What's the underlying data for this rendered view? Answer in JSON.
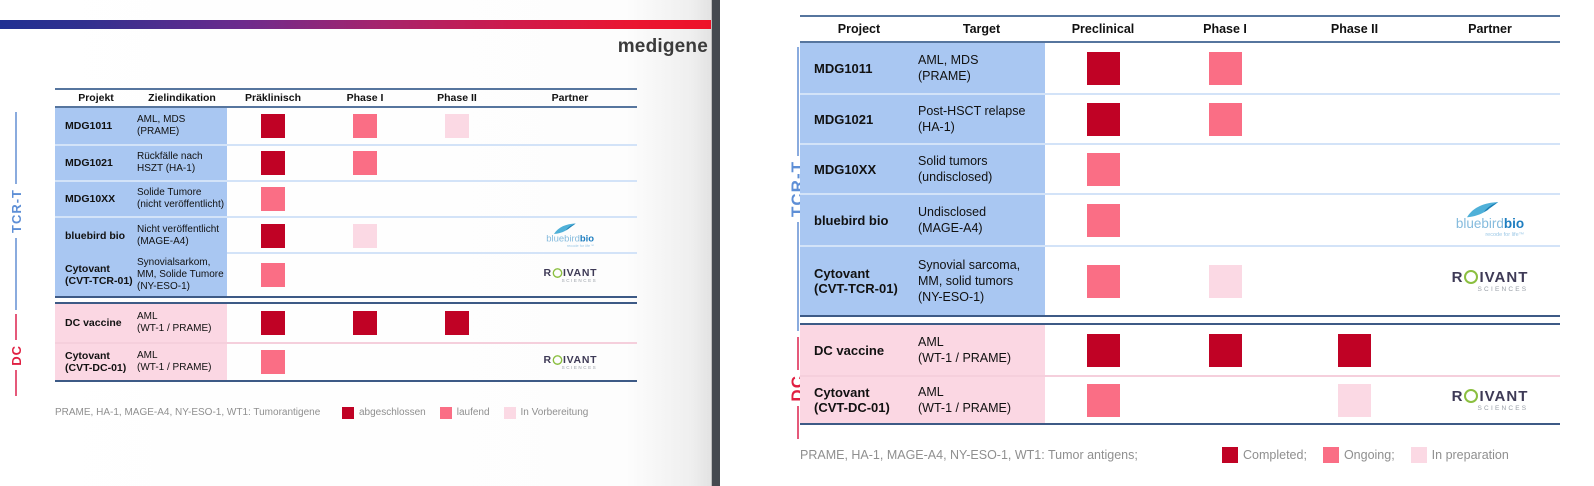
{
  "colors": {
    "completed": "#C00225",
    "ongoing": "#FA6E85",
    "preparation": "#FBD9E4",
    "blue_cell": "#A9C7F2",
    "pink_cell": "#FBD7E3",
    "tcrt_label": "#5E8FD6",
    "dc_label": "#E01F41"
  },
  "logos": {
    "bluebird_word1": "bluebird",
    "bluebird_word2": "bio",
    "bluebird_tagline": "recode for life™",
    "roivant_pre": "R",
    "roivant_rest": "IVANT",
    "roivant_sub": "SCIENCES"
  },
  "left": {
    "brand": "medigene",
    "sections": {
      "tcrt": "TCR-T",
      "dc": "DC"
    },
    "headers": {
      "project": "Projekt",
      "target": "Zielindikation",
      "preclinical": "Präklinisch",
      "phase1": "Phase I",
      "phase2": "Phase II",
      "partner": "Partner"
    },
    "rows": [
      {
        "project": "MDG1011",
        "target": "AML, MDS\n(PRAME)",
        "preclinical": "completed",
        "phase1": "ongoing",
        "phase2": "preparation",
        "partner": "none"
      },
      {
        "project": "MDG1021",
        "target": "Rückfälle nach\nHSZT (HA-1)",
        "preclinical": "completed",
        "phase1": "ongoing",
        "phase2": "none",
        "partner": "none"
      },
      {
        "project": "MDG10XX",
        "target": "Solide Tumore\n(nicht veröffentlicht)",
        "preclinical": "ongoing",
        "phase1": "none",
        "phase2": "none",
        "partner": "none"
      },
      {
        "project": "bluebird bio",
        "target": "Nicht veröffentlicht\n(MAGE-A4)",
        "preclinical": "completed",
        "phase1": "preparation",
        "phase2": "none",
        "partner": "bluebird"
      },
      {
        "project": "Cytovant\n(CVT-TCR-01)",
        "target": "Synovialsarkom,\nMM, Solide Tumore\n(NY-ESO-1)",
        "preclinical": "ongoing",
        "phase1": "none",
        "phase2": "none",
        "partner": "roivant"
      },
      {
        "project": "DC vaccine",
        "target": "AML\n(WT-1 / PRAME)",
        "preclinical": "completed",
        "phase1": "completed",
        "phase2": "completed",
        "partner": "none"
      },
      {
        "project": "Cytovant\n(CVT-DC-01)",
        "target": "AML\n(WT-1 / PRAME)",
        "preclinical": "ongoing",
        "phase1": "none",
        "phase2": "none",
        "partner": "roivant"
      }
    ],
    "footnote": "PRAME, HA-1, MAGE-A4, NY-ESO-1, WT1: Tumorantigene",
    "legend": {
      "completed": "abgeschlossen",
      "ongoing": "laufend",
      "preparation": "In Vorbereitung"
    }
  },
  "right": {
    "sections": {
      "tcrt": "TCR-T",
      "dc": "DC"
    },
    "headers": {
      "project": "Project",
      "target": "Target",
      "preclinical": "Preclinical",
      "phase1": "Phase I",
      "phase2": "Phase II",
      "partner": "Partner"
    },
    "rows": [
      {
        "project": "MDG1011",
        "target": "AML, MDS\n(PRAME)",
        "preclinical": "completed",
        "phase1": "ongoing",
        "phase2": "none",
        "partner": "none"
      },
      {
        "project": "MDG1021",
        "target": "Post-HSCT relapse\n(HA-1)",
        "preclinical": "completed",
        "phase1": "ongoing",
        "phase2": "none",
        "partner": "none"
      },
      {
        "project": "MDG10XX",
        "target": "Solid tumors\n(undisclosed)",
        "preclinical": "ongoing",
        "phase1": "none",
        "phase2": "none",
        "partner": "none"
      },
      {
        "project": "bluebird bio",
        "target": "Undisclosed\n(MAGE-A4)",
        "preclinical": "ongoing",
        "phase1": "none",
        "phase2": "none",
        "partner": "bluebird"
      },
      {
        "project": "Cytovant\n(CVT-TCR-01)",
        "target": "Synovial sarcoma,\nMM, solid tumors\n(NY-ESO-1)",
        "preclinical": "ongoing",
        "phase1": "preparation",
        "phase2": "none",
        "partner": "roivant"
      },
      {
        "project": "DC vaccine",
        "target": "AML\n(WT-1 / PRAME)",
        "preclinical": "completed",
        "phase1": "completed",
        "phase2": "completed",
        "partner": "none"
      },
      {
        "project": "Cytovant\n(CVT-DC-01)",
        "target": "AML\n(WT-1 / PRAME)",
        "preclinical": "ongoing",
        "phase1": "none",
        "phase2": "preparation",
        "partner": "roivant"
      }
    ],
    "footnote": "PRAME, HA-1, MAGE-A4, NY-ESO-1, WT1: Tumor antigens;",
    "legend": {
      "completed": "Completed;",
      "ongoing": "Ongoing;",
      "preparation": "In preparation"
    }
  }
}
